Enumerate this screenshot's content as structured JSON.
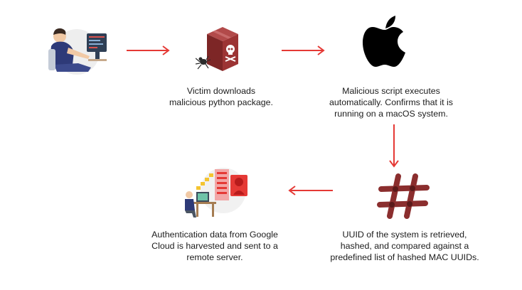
{
  "diagram": {
    "accent_color": "#e53935",
    "steps": [
      {
        "icon": "hacker-at-computer-icon",
        "caption_lines": []
      },
      {
        "icon": "malicious-package-box-icon",
        "caption_lines": [
          "Victim downloads",
          "malicious python package."
        ]
      },
      {
        "icon": "apple-logo-icon",
        "caption_lines": [
          "Malicious script executes",
          "automatically. Confirms that it is",
          "running on a macOS system."
        ]
      },
      {
        "icon": "hash-symbol-icon",
        "caption_lines": [
          "UUID of the system is retrieved,",
          "hashed, and compared against a",
          "predefined list of hashed MAC UUIDs."
        ]
      },
      {
        "icon": "data-exfiltration-icon",
        "caption_lines": [
          "Authentication data from Google",
          "Cloud is harvested and sent to a",
          "remote server."
        ]
      }
    ]
  }
}
